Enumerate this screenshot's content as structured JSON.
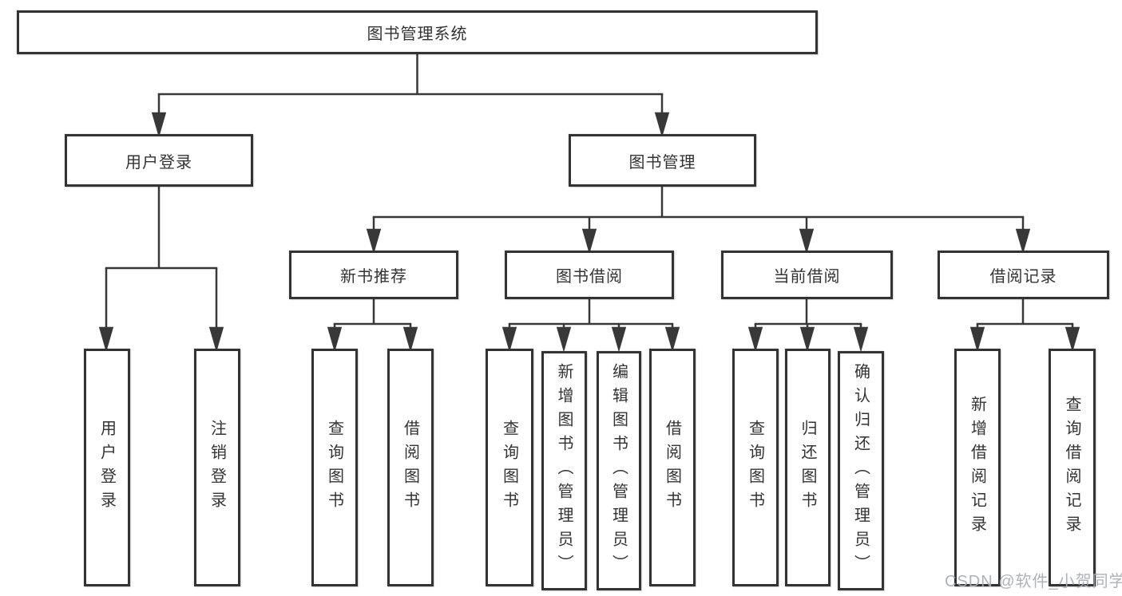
{
  "tree": {
    "label": "图书管理系统",
    "children": [
      {
        "label": "用户登录",
        "children": [
          {
            "label": "用户登录"
          },
          {
            "label": "注销登录"
          }
        ]
      },
      {
        "label": "图书管理",
        "children": [
          {
            "label": "新书推荐",
            "children": [
              {
                "label": "查询图书"
              },
              {
                "label": "借阅图书"
              }
            ]
          },
          {
            "label": "图书借阅",
            "children": [
              {
                "label": "查询图书"
              },
              {
                "label": "新增图书（管理员）"
              },
              {
                "label": "编辑图书（管理员）"
              },
              {
                "label": "借阅图书"
              }
            ]
          },
          {
            "label": "当前借阅",
            "children": [
              {
                "label": "查询图书"
              },
              {
                "label": "归还图书"
              },
              {
                "label": "确认归还（管理员）"
              }
            ]
          },
          {
            "label": "借阅记录",
            "children": [
              {
                "label": "新增借阅记录"
              },
              {
                "label": "查询借阅记录"
              }
            ]
          }
        ]
      }
    ]
  },
  "watermark": {
    "text": "CSDN @软件_小贺同学"
  },
  "colors": {
    "line": "#383838",
    "border": "#333333",
    "text": "#333333",
    "watermark": "#a8abb0",
    "background": "#ffffff"
  }
}
